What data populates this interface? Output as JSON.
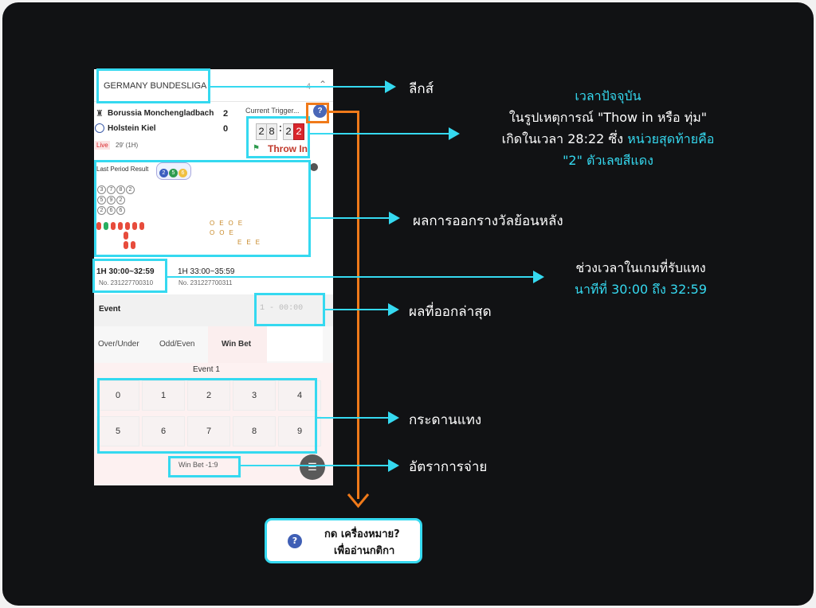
{
  "league": {
    "name": "GERMANY BUNDESLIGA",
    "count": "4"
  },
  "match": {
    "team1": "Borussia Monchengladbach",
    "team1_score": "2",
    "team2": "Holstein Kiel",
    "team2_score": "0",
    "live_badge": "Live",
    "live_time": "29' (1H)"
  },
  "trigger": {
    "label": "Current Trigger...",
    "digits": [
      "2",
      "8",
      "2",
      "2"
    ],
    "event": "Throw In"
  },
  "last_period": {
    "title": "Last Period Result",
    "header_balls": [
      "2",
      "5",
      "6"
    ],
    "rows": [
      [
        "3",
        "7",
        "8",
        "2"
      ],
      [
        "5",
        "9",
        "2"
      ],
      [
        "2",
        "6",
        "6"
      ]
    ]
  },
  "periods": [
    {
      "time": "1H 30:00~32:59",
      "no": "No. 231227700310"
    },
    {
      "time": "1H 33:00~35:59",
      "no": "No. 231227700311"
    }
  ],
  "event_row": {
    "label": "Event",
    "result": [
      "1",
      "0",
      "0",
      "0",
      "0"
    ]
  },
  "bet_tabs": [
    "Over/Under",
    "Odd/Even",
    "Win Bet"
  ],
  "event_title": "Event 1",
  "grid": [
    "0",
    "1",
    "2",
    "3",
    "4",
    "5",
    "6",
    "7",
    "8",
    "9"
  ],
  "payout": "Win Bet -1:9",
  "annotations": {
    "league": "ลีกส์",
    "current_time_title": "เวลาปัจจุบัน",
    "current_time_line2": "ในรูปเหตุการณ์ \"Thow in หรือ ทุ่ม\"",
    "current_time_line3a": "เกิดในเวลา 28:22 ซึ่ง",
    "current_time_line3b": "หน่วยสุดท้ายคือ",
    "current_time_line4": "\"2\" ตัวเลขสีแดง",
    "history": "ผลการออกรางวัลย้อนหลัง",
    "period_title": "ช่วงเวลาในเกมที่รับแทง",
    "period_range": "นาทีที่ 30:00 ถึง 32:59",
    "latest_result": "ผลที่ออกล่าสุด",
    "board": "กระดานแทง",
    "payout": "อัตราการจ่าย",
    "help_line1": "กด เครื่องหมาย?",
    "help_line2": "เพื่ออ่านกติกา",
    "help_icon": "?"
  },
  "colors": {
    "highlight": "#35d9f0",
    "arrow": "#f07a1a",
    "live": "#d9262c",
    "throw": "#c0392b",
    "digit_red": "#d9262c"
  }
}
